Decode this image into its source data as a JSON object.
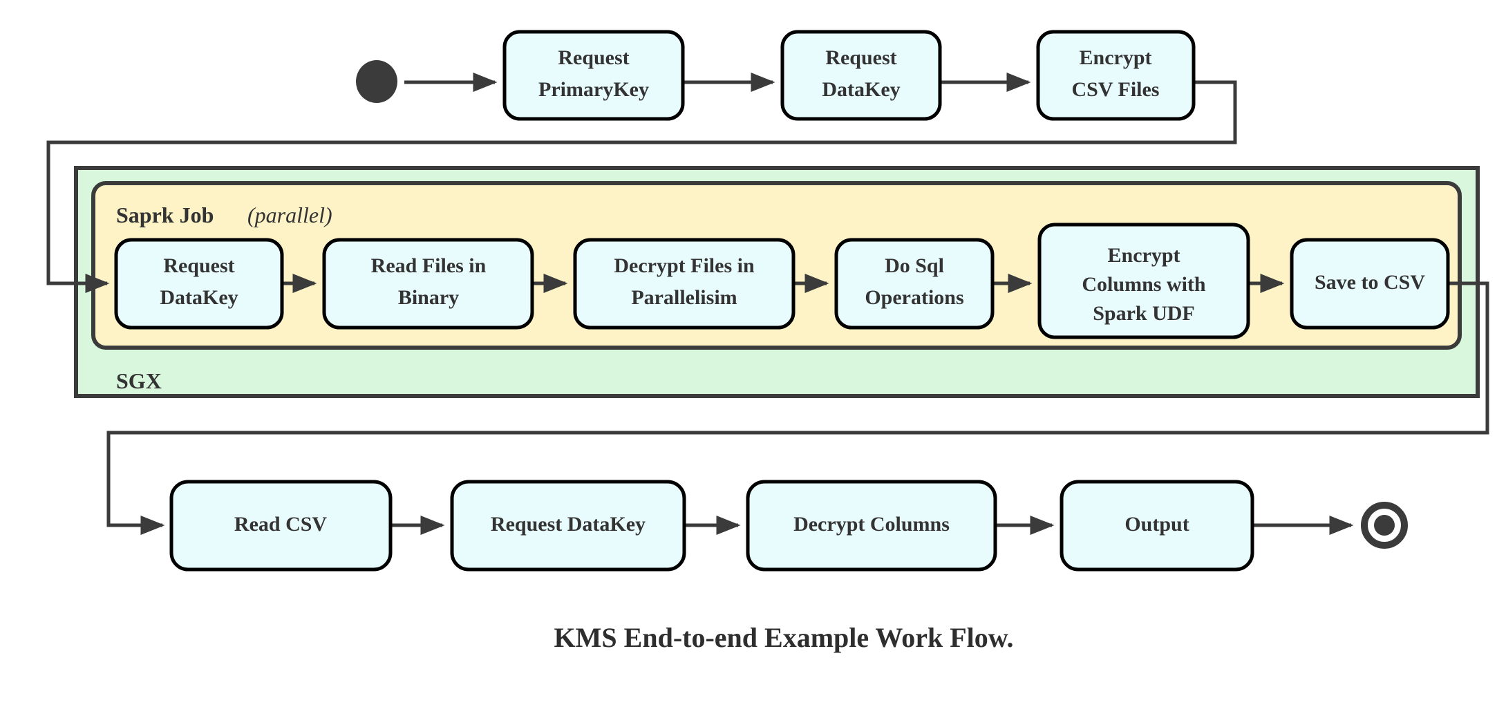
{
  "diagram": {
    "caption": "KMS End-to-end Example Work Flow.",
    "colors": {
      "node_fill": "#e8fbfd",
      "node_stroke": "#000000",
      "sgx_fill": "#d9f7dd",
      "spark_fill": "#fdf3c6",
      "edge": "#3b3b3b",
      "text": "#333333"
    },
    "groups": [
      {
        "id": "sgx",
        "label": "SGX",
        "sublabel": "",
        "fill": "#d9f7dd"
      },
      {
        "id": "spark",
        "label": "Saprk Job",
        "sublabel": "(parallel)",
        "fill": "#fdf3c6"
      }
    ],
    "markers": {
      "start": "start-node",
      "end": "end-node"
    },
    "rows": {
      "top": {
        "nodes": [
          {
            "id": "request-primarykey",
            "lines": [
              "Request",
              "PrimaryKey"
            ]
          },
          {
            "id": "request-datakey-top",
            "lines": [
              "Request",
              "DataKey"
            ]
          },
          {
            "id": "encrypt-csv-files",
            "lines": [
              "Encrypt",
              "CSV Files"
            ]
          }
        ]
      },
      "spark": {
        "nodes": [
          {
            "id": "request-datakey-spark",
            "lines": [
              "Request",
              "DataKey"
            ]
          },
          {
            "id": "read-files-in-binary",
            "lines": [
              "Read Files in",
              "Binary"
            ]
          },
          {
            "id": "decrypt-files-parallel",
            "lines": [
              "Decrypt Files in",
              "Parallelisim"
            ]
          },
          {
            "id": "do-sql-operations",
            "lines": [
              "Do Sql",
              "Operations"
            ]
          },
          {
            "id": "encrypt-columns-spark-udf",
            "lines": [
              "Encrypt",
              "Columns with",
              "Spark UDF"
            ]
          },
          {
            "id": "save-to-csv",
            "lines": [
              "Save to CSV"
            ]
          }
        ]
      },
      "bottom": {
        "nodes": [
          {
            "id": "read-csv",
            "lines": [
              "Read CSV"
            ]
          },
          {
            "id": "request-datakey-bot",
            "lines": [
              "Request DataKey"
            ]
          },
          {
            "id": "decrypt-columns",
            "lines": [
              "Decrypt Columns"
            ]
          },
          {
            "id": "output",
            "lines": [
              "Output"
            ]
          }
        ]
      }
    }
  }
}
